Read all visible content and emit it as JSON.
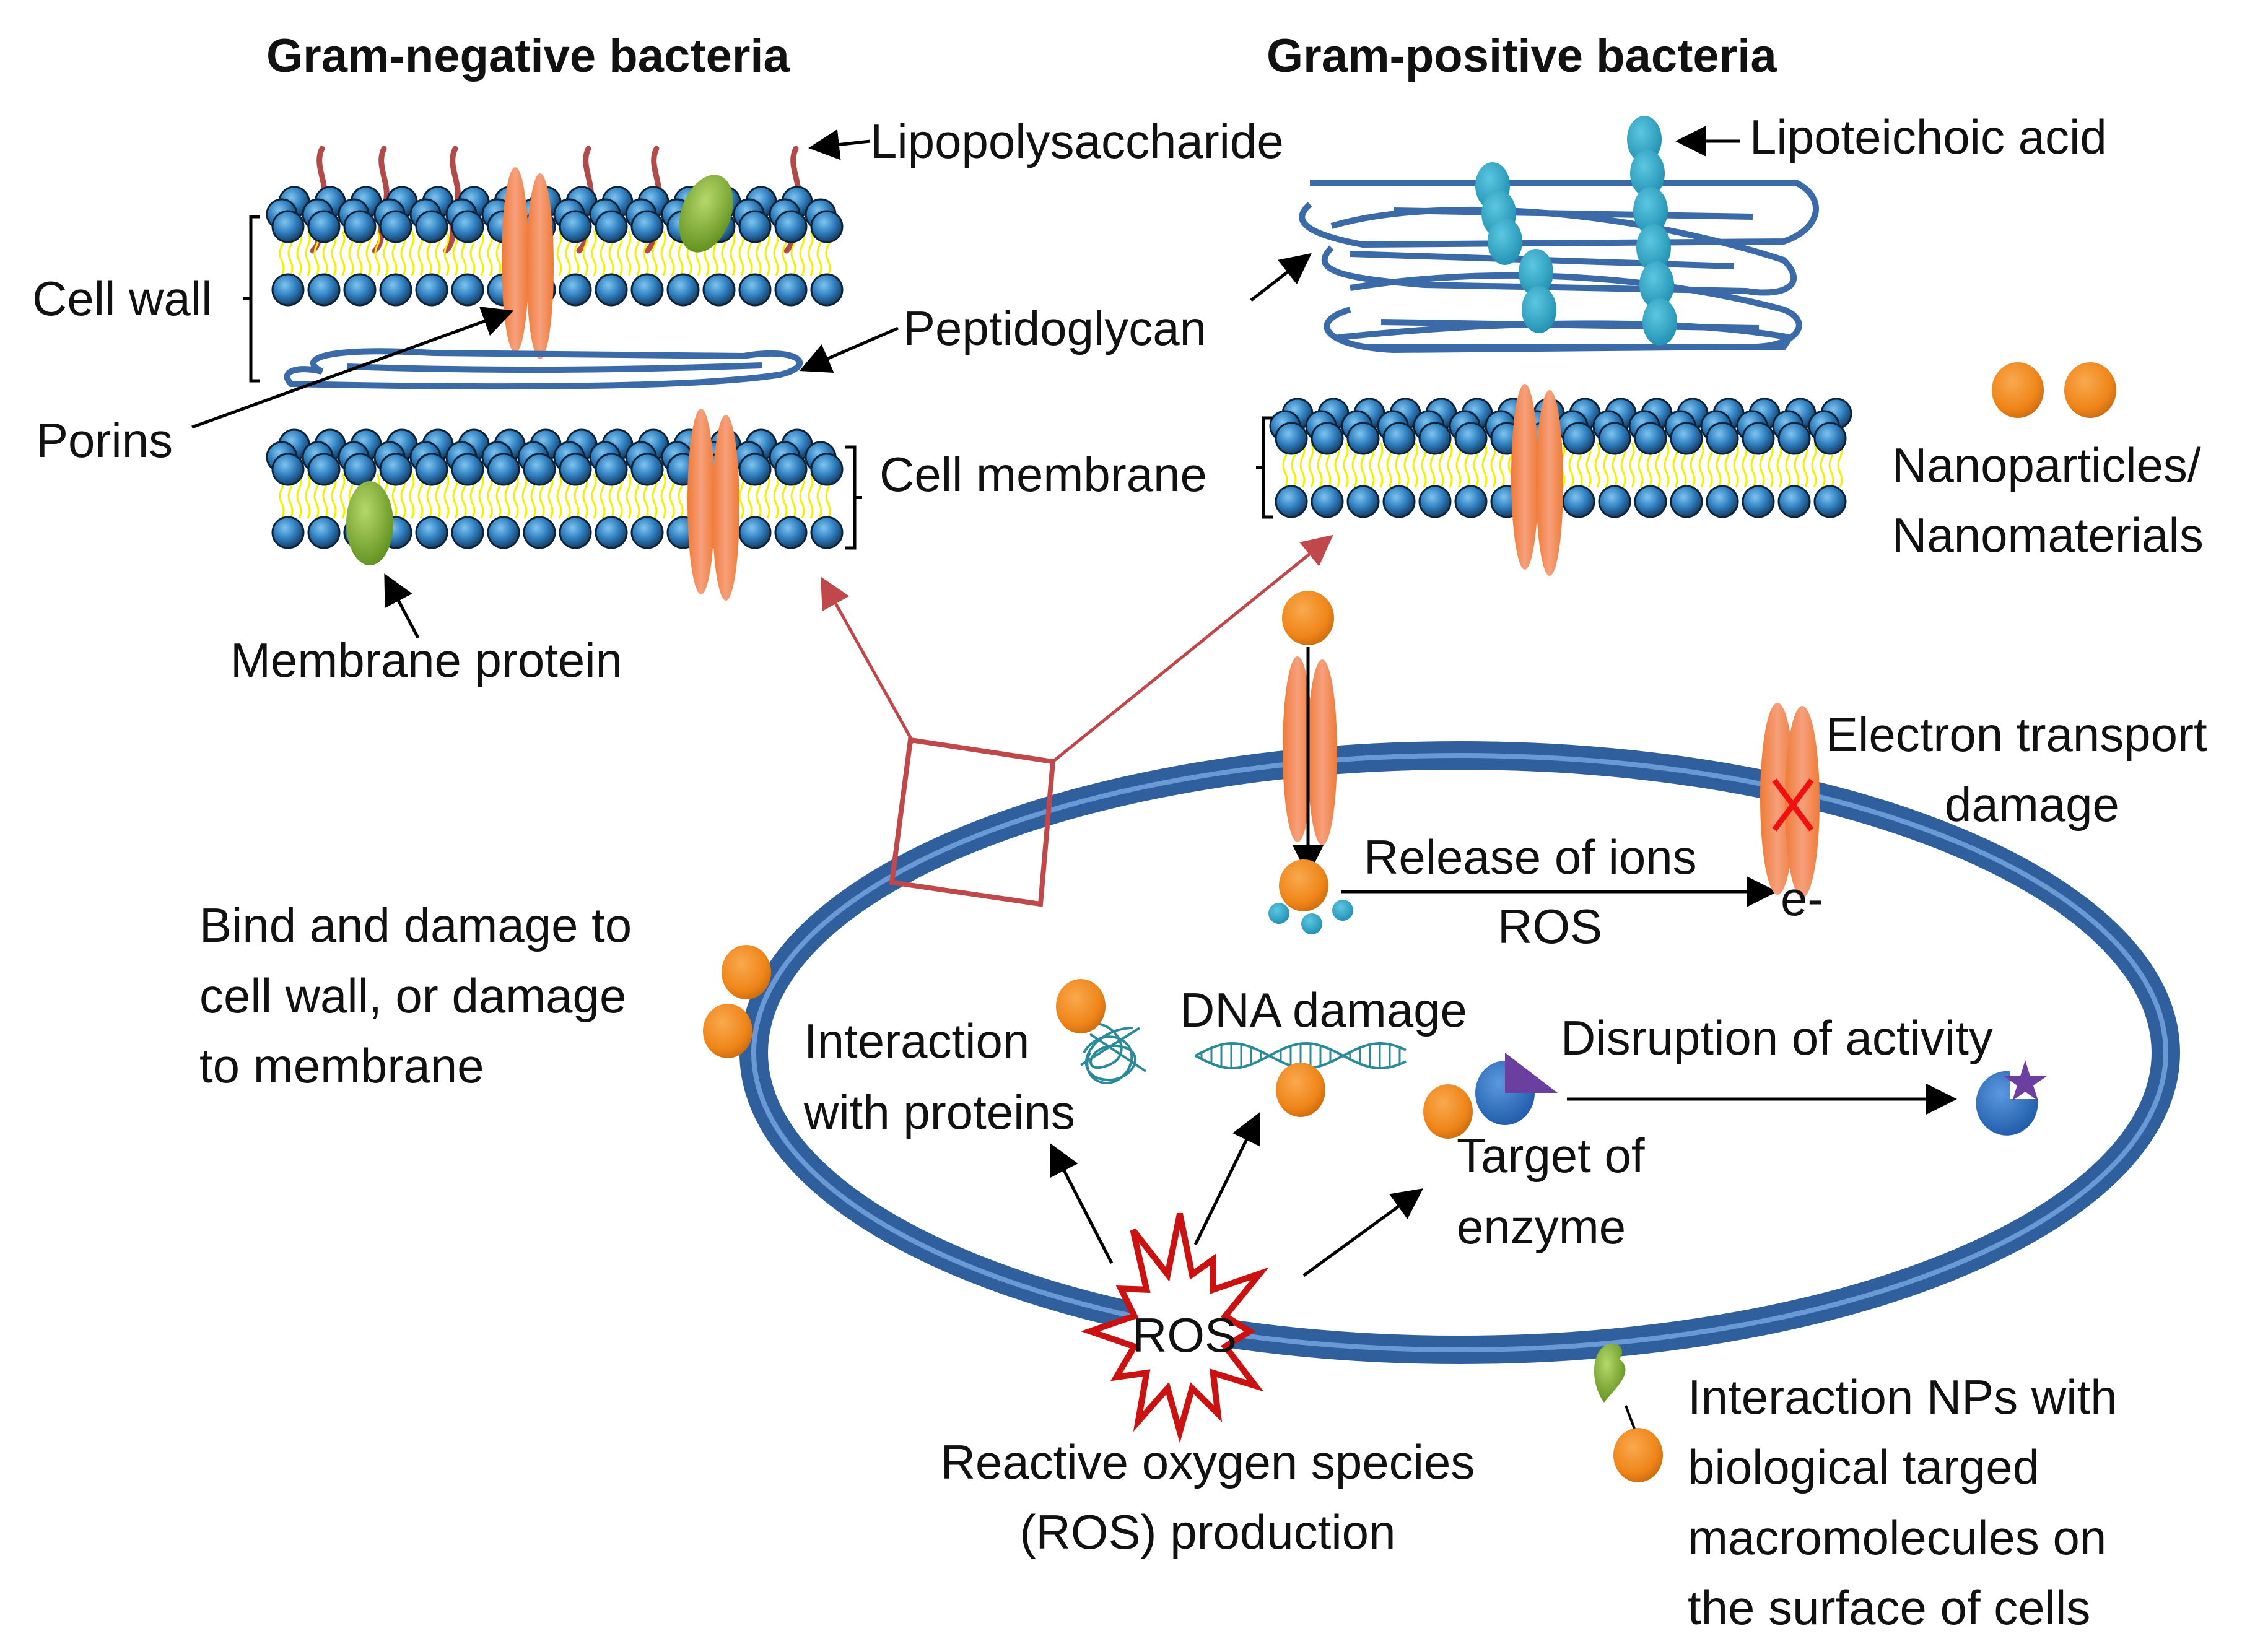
{
  "titles": {
    "gram_negative": "Gram-negative bacteria",
    "gram_positive": "Gram-positive bacteria"
  },
  "gram_negative_labels": {
    "lipopolysaccharide": "Lipopolysaccharide",
    "cell_wall": "Cell wall",
    "peptidoglycan": "Peptidoglycan",
    "porins": "Porins",
    "cell_membrane": "Cell membrane",
    "membrane_protein": "Membrane protein"
  },
  "gram_positive_labels": {
    "lipoteichoic_acid": "Lipoteichoic acid"
  },
  "legend": {
    "nanoparticles_line1": "Nanoparticles/",
    "nanoparticles_line2": "Nanomaterials"
  },
  "mechanisms": {
    "electron_transport": [
      "Electron transport",
      "damage"
    ],
    "release_of_ions": "Release of ions",
    "ros_small": "ROS",
    "electron": "e-",
    "bind_damage": [
      "Bind and damage to",
      "cell wall, or damage",
      "to membrane"
    ],
    "interaction_proteins": [
      "Interaction",
      "with proteins"
    ],
    "dna_damage": "DNA damage",
    "disruption": "Disruption of activity",
    "target_enzyme": [
      "Target of",
      "enzyme"
    ],
    "ros_burst": "ROS",
    "ros_production": [
      "Reactive oxygen species",
      "(ROS) production"
    ],
    "surface_interaction": [
      "Interaction NPs with",
      "biological targed",
      "macromolecules on",
      "the surface of cells"
    ]
  },
  "colors": {
    "cell_blue": "#3a6aa8",
    "cell_light": "#6a9ad6",
    "nanoparticle_orange": "#f0861c",
    "lipid_head": "#2f7fc0",
    "lipid_tail": "#f2f200",
    "porin_orange": "#f4874b",
    "lps_red": "#b24a4a",
    "protein_green": "#7aac2e",
    "teichoic_cyan": "#2ea5c6",
    "zoom_box_red": "#c0474a",
    "ros_red": "#cc1111",
    "enzyme_purple": "#6b3fa0"
  }
}
